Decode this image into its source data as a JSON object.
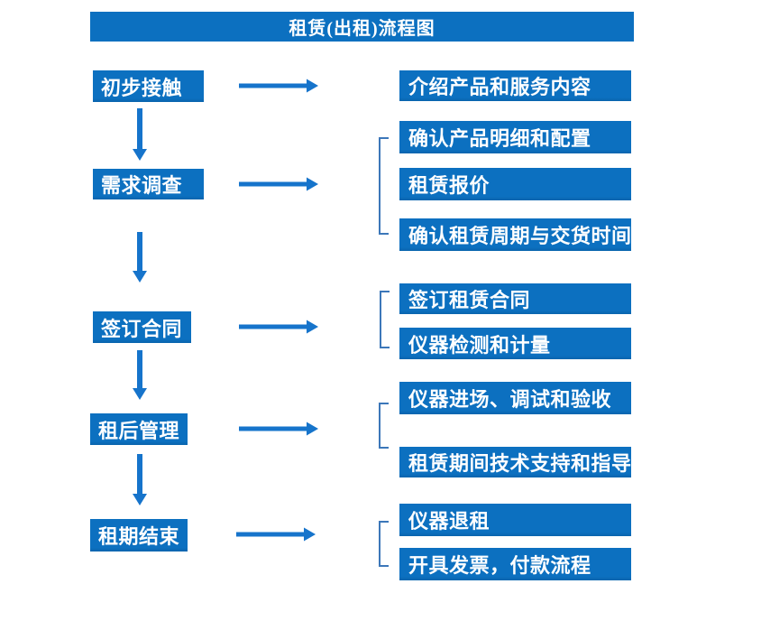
{
  "title": "租赁(出租)流程图",
  "colors": {
    "box_fill": "#0c70c0",
    "arrow_blue": "#1674cb",
    "bracket_blue": "#3c77b9",
    "text_white": "#ffffff",
    "background": "#ffffff"
  },
  "flow": {
    "stages": [
      {
        "label": "初步接触",
        "details": [
          "介绍产品和服务内容"
        ]
      },
      {
        "label": "需求调查",
        "details": [
          "确认产品明细和配置",
          "租赁报价",
          "确认租赁周期与交货时间"
        ]
      },
      {
        "label": "签订合同",
        "details": [
          "签订租赁合同",
          "仪器检测和计量"
        ]
      },
      {
        "label": "租后管理",
        "details": [
          "仪器进场、调试和验收",
          "租赁期间技术支持和指导"
        ]
      },
      {
        "label": "租期结束",
        "details": [
          "仪器退租",
          "开具发票，付款流程"
        ]
      }
    ]
  }
}
